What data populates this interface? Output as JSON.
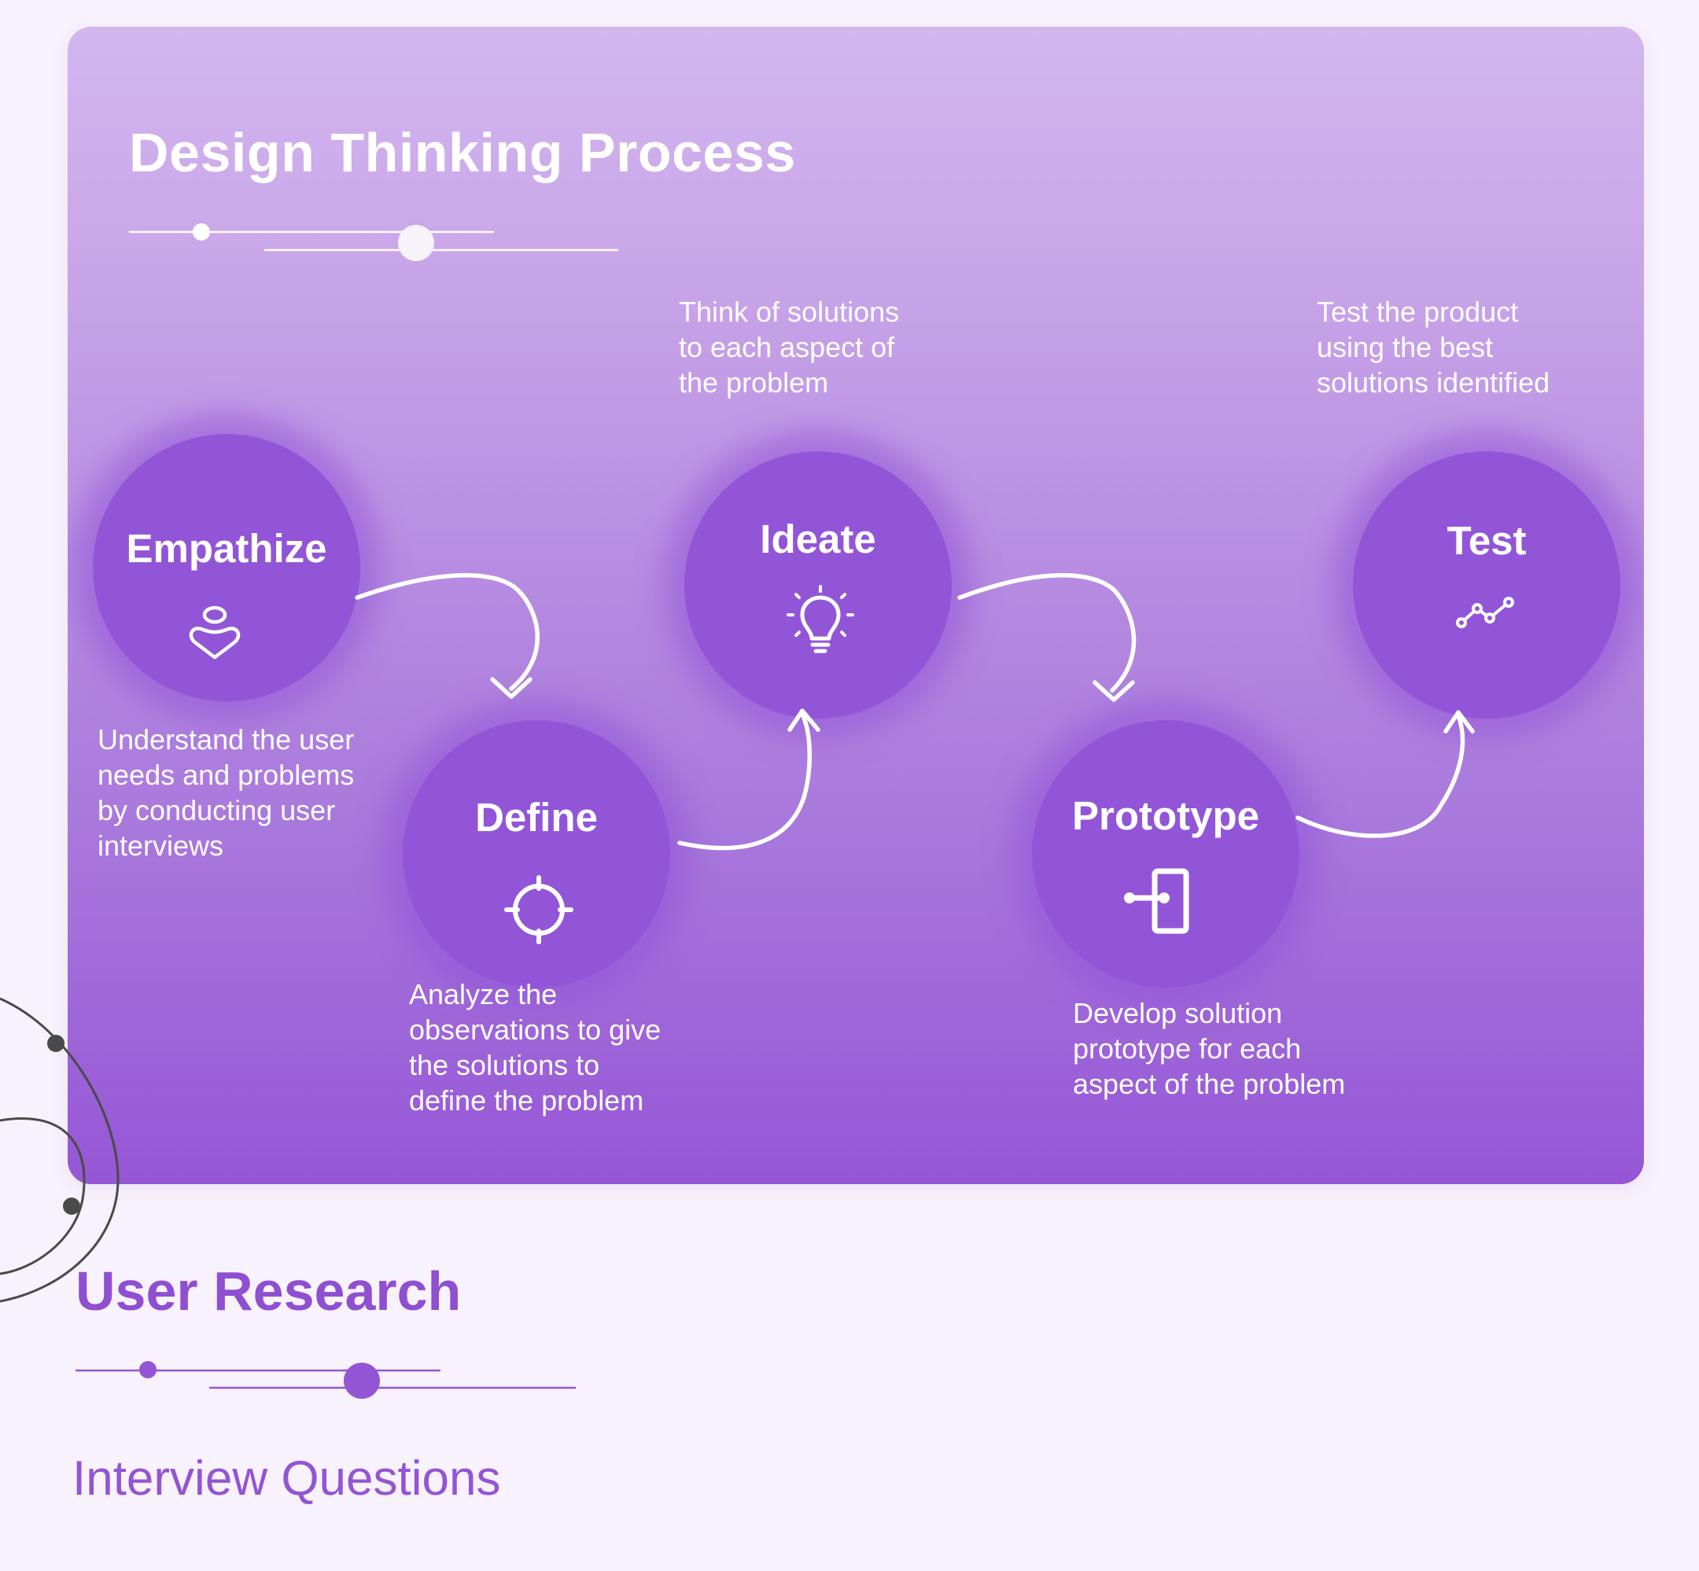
{
  "card": {
    "title": "Design Thinking Process"
  },
  "steps": [
    {
      "label": "Empathize",
      "icon": "heart-person-icon",
      "description": "Understand the user\nneeds and problems\nby conducting user\ninterviews"
    },
    {
      "label": "Define",
      "icon": "crosshair-icon",
      "description": "Analyze the\nobservations to give\nthe solutions to\ndefine the problem"
    },
    {
      "label": "Ideate",
      "icon": "lightbulb-icon",
      "description": "Think of solutions\nto each aspect of\nthe problem"
    },
    {
      "label": "Prototype",
      "icon": "login-door-icon",
      "description": "Develop solution\nprototype for each\naspect of the problem"
    },
    {
      "label": "Test",
      "icon": "trend-line-icon",
      "description": "Test the product\nusing the best\nsolutions identified"
    }
  ],
  "section": {
    "title": "User Research",
    "subtitle": "Interview Questions"
  },
  "colors": {
    "page_background": "#f8f2fc",
    "card_top": "#d3b6ee",
    "card_bottom": "#9656d6",
    "circle": "#9255d7",
    "accent": "#8f4fd1",
    "white": "#ffffff"
  }
}
